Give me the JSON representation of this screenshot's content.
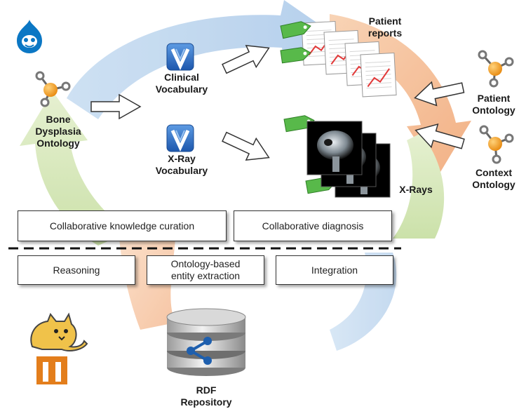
{
  "labels": {
    "bone_ontology": [
      "Bone",
      "Dysplasia",
      "Ontology"
    ],
    "clinical_vocab": [
      "Clinical",
      "Vocabulary"
    ],
    "xray_vocab": [
      "X-Ray",
      "Vocabulary"
    ],
    "patient_reports": [
      "Patient",
      "reports"
    ],
    "patient_ontology": [
      "Patient",
      "Ontology"
    ],
    "context_ontology": [
      "Context",
      "Ontology"
    ],
    "xrays": "X-Rays",
    "rdf_repository": [
      "RDF",
      "Repository"
    ]
  },
  "boxes": {
    "knowledge_curation": "Collaborative knowledge curation",
    "diagnosis": "Collaborative diagnosis",
    "reasoning": "Reasoning",
    "entity_extraction": [
      "Ontology-based",
      "entity extraction"
    ],
    "integration": "Integration"
  },
  "colors": {
    "cycle_blue": "#b9d3ec",
    "cycle_orange": "#f4b68c",
    "cycle_green": "#d2e6b0",
    "ontology_node": "#f39c1f",
    "tag_green": "#58b94a",
    "vocab_blue": "#2f6fc4",
    "drupal_blue": "#0b77c4",
    "tomcat_orange": "#e37e1c"
  },
  "icons": [
    "drupal-logo-icon",
    "ontology-icon",
    "vocabulary-icon",
    "document-icon",
    "xray-image-icon",
    "tag-icon",
    "arrow-icon",
    "database-icon",
    "tomcat-icon",
    "bracket-logo-icon"
  ]
}
